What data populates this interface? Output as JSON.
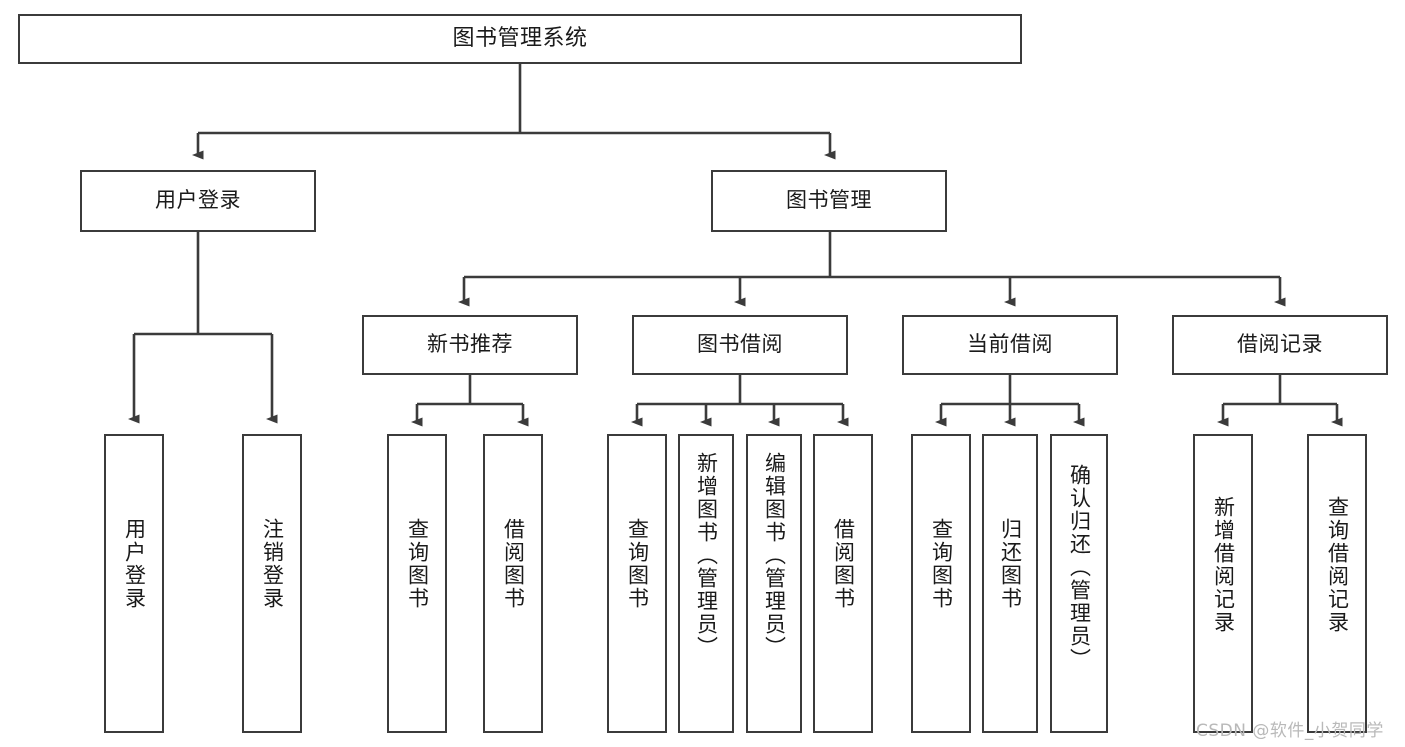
{
  "diagram": {
    "type": "tree-hierarchy",
    "title": "图书管理系统",
    "root": {
      "id": "root",
      "label": "图书管理系统",
      "orientation": "horizontal"
    },
    "level2": [
      {
        "id": "user-login",
        "label": "用户登录",
        "orientation": "horizontal"
      },
      {
        "id": "book-management",
        "label": "图书管理",
        "orientation": "horizontal"
      }
    ],
    "level3": [
      {
        "id": "new-book-recommend",
        "label": "新书推荐",
        "orientation": "horizontal",
        "parent": "book-management"
      },
      {
        "id": "book-borrow",
        "label": "图书借阅",
        "orientation": "horizontal",
        "parent": "book-management"
      },
      {
        "id": "current-borrow",
        "label": "当前借阅",
        "orientation": "horizontal",
        "parent": "book-management"
      },
      {
        "id": "borrow-record",
        "label": "借阅记录",
        "orientation": "horizontal",
        "parent": "book-management"
      }
    ],
    "leaves": [
      {
        "id": "leaf-user-login",
        "label": "用户登录",
        "orientation": "vertical",
        "parent": "user-login"
      },
      {
        "id": "leaf-user-logout",
        "label": "注销登录",
        "orientation": "vertical",
        "parent": "user-login"
      },
      {
        "id": "leaf-query-books-1",
        "label": "查询图书",
        "orientation": "vertical",
        "parent": "new-book-recommend"
      },
      {
        "id": "leaf-borrow-books-1",
        "label": "借阅图书",
        "orientation": "vertical",
        "parent": "new-book-recommend"
      },
      {
        "id": "leaf-query-books-2",
        "label": "查询图书",
        "orientation": "vertical",
        "parent": "book-borrow"
      },
      {
        "id": "leaf-add-book",
        "label": "新增图书（管理员）",
        "orientation": "vertical",
        "parent": "book-borrow"
      },
      {
        "id": "leaf-edit-book",
        "label": "编辑图书（管理员）",
        "orientation": "vertical",
        "parent": "book-borrow"
      },
      {
        "id": "leaf-borrow-books-2",
        "label": "借阅图书",
        "orientation": "vertical",
        "parent": "book-borrow"
      },
      {
        "id": "leaf-query-books-3",
        "label": "查询图书",
        "orientation": "vertical",
        "parent": "current-borrow"
      },
      {
        "id": "leaf-return-books",
        "label": "归还图书",
        "orientation": "vertical",
        "parent": "current-borrow"
      },
      {
        "id": "leaf-confirm-return",
        "label": "确认归还（管理员）",
        "orientation": "vertical",
        "parent": "current-borrow"
      },
      {
        "id": "leaf-add-record",
        "label": "新增借阅记录",
        "orientation": "vertical",
        "parent": "borrow-record"
      },
      {
        "id": "leaf-query-record",
        "label": "查询借阅记录",
        "orientation": "vertical",
        "parent": "borrow-record"
      }
    ],
    "colors": {
      "stroke": "#3b3b3b",
      "fill": "#ffffff",
      "text": "#1a1a1a",
      "watermark": "#b9b9b9"
    }
  },
  "watermark": {
    "text": "CSDN @软件_小贺同学"
  }
}
